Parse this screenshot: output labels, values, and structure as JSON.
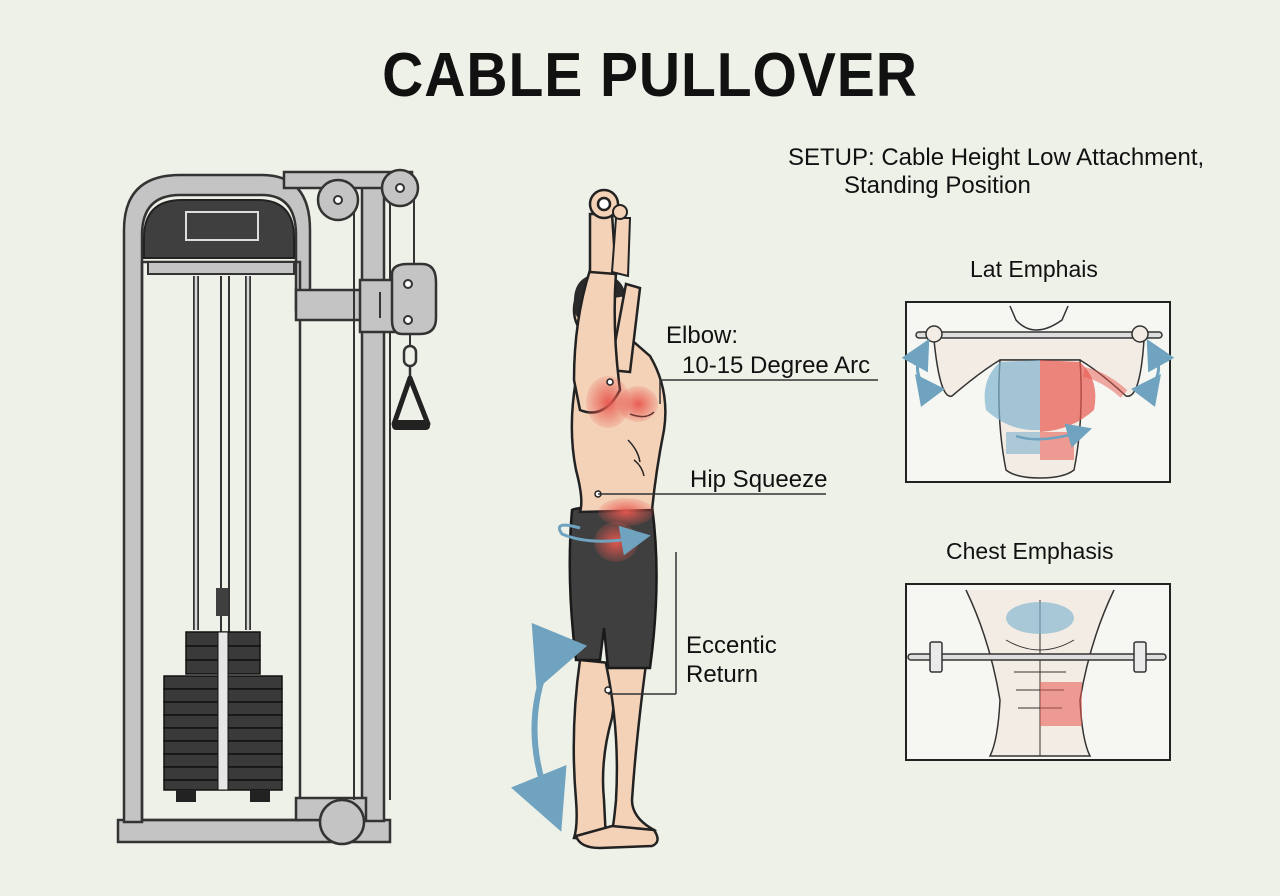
{
  "title": "CABLE PULLOVER",
  "setup": {
    "line1": "SETUP: Cable Height Low Attachment,",
    "line2": "Standing Position"
  },
  "callouts": {
    "elbow_line1": "Elbow:",
    "elbow_line2": "10-15 Degree Arc",
    "hip": "Hip Squeeze",
    "eccentric_line1": "Eccentic",
    "eccentric_line2": "Return"
  },
  "panels": {
    "lat": "Lat Emphais",
    "chest": "Chest Emphasis"
  },
  "colors": {
    "background": "#eef1e8",
    "frame": "#bdbdbd",
    "frame_dark": "#3d3d3d",
    "skin": "#f3d2b8",
    "shorts": "#3f3f3f",
    "highlight_red": "#e8584f",
    "highlight_blue": "#7fb3cf"
  }
}
